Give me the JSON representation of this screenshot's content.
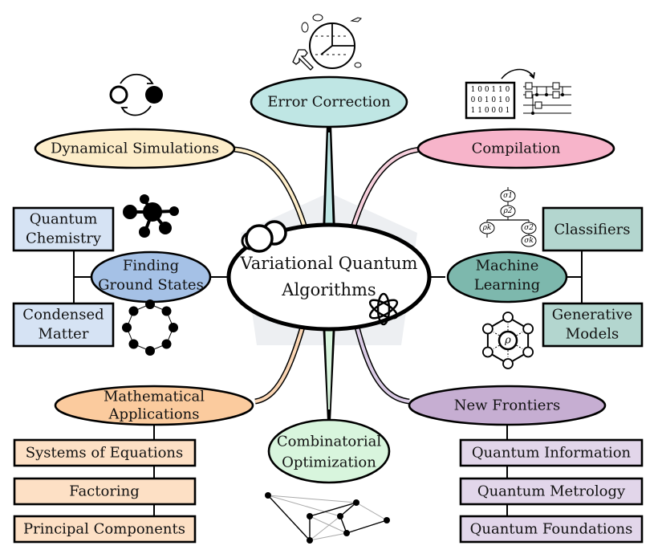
{
  "center": {
    "lines": [
      "Variational Quantum",
      "Algorithms"
    ],
    "color": "#ffffff"
  },
  "branches": {
    "error_correction": {
      "lines": [
        "Error Correction"
      ],
      "color": "#bfe6e4"
    },
    "dynamical_simulations": {
      "lines": [
        "Dynamical Simulations"
      ],
      "color": "#fdedc9"
    },
    "compilation": {
      "lines": [
        "Compilation"
      ],
      "color": "#f7b4ca"
    },
    "finding_ground_states": {
      "lines": [
        "Finding",
        "Ground States"
      ],
      "color": "#a5c1e6",
      "children": [
        {
          "lines": [
            "Quantum",
            "Chemistry"
          ],
          "color": "#d6e3f4"
        },
        {
          "lines": [
            "Condensed",
            "Matter"
          ],
          "color": "#d6e3f4"
        }
      ]
    },
    "machine_learning": {
      "lines": [
        "Machine",
        "Learning"
      ],
      "color": "#7db8ad",
      "children": [
        {
          "lines": [
            "Classifiers"
          ],
          "color": "#b3d6cf"
        },
        {
          "lines": [
            "Generative",
            "Models"
          ],
          "color": "#b3d6cf"
        }
      ]
    },
    "mathematical_applications": {
      "lines": [
        "Mathematical",
        "Applications"
      ],
      "color": "#fbcb9e",
      "children": [
        {
          "lines": [
            "Systems of Equations"
          ],
          "color": "#fde0c5"
        },
        {
          "lines": [
            "Factoring"
          ],
          "color": "#fde0c5"
        },
        {
          "lines": [
            "Principal Components"
          ],
          "color": "#fde0c5"
        }
      ]
    },
    "combinatorial_optimization": {
      "lines": [
        "Combinatorial",
        "Optimization"
      ],
      "color": "#d8f5dd"
    },
    "new_frontiers": {
      "lines": [
        "New Frontiers"
      ],
      "color": "#c6aed2",
      "children": [
        {
          "lines": [
            "Quantum Information"
          ],
          "color": "#e2d6ea"
        },
        {
          "lines": [
            "Quantum Metrology"
          ],
          "color": "#e2d6ea"
        },
        {
          "lines": [
            "Quantum Foundations"
          ],
          "color": "#e2d6ea"
        }
      ]
    }
  },
  "icons": {
    "compilation_bits": [
      "1 0 0 1 1 0",
      "0 0 1 0 1 0",
      "1 1 0 0 0 1"
    ],
    "tensor_labels": {
      "s1": "σ1",
      "p2": "ρ2",
      "pk": "ρk",
      "s2": "σ2",
      "sk": "σk"
    },
    "density": "ρ"
  }
}
